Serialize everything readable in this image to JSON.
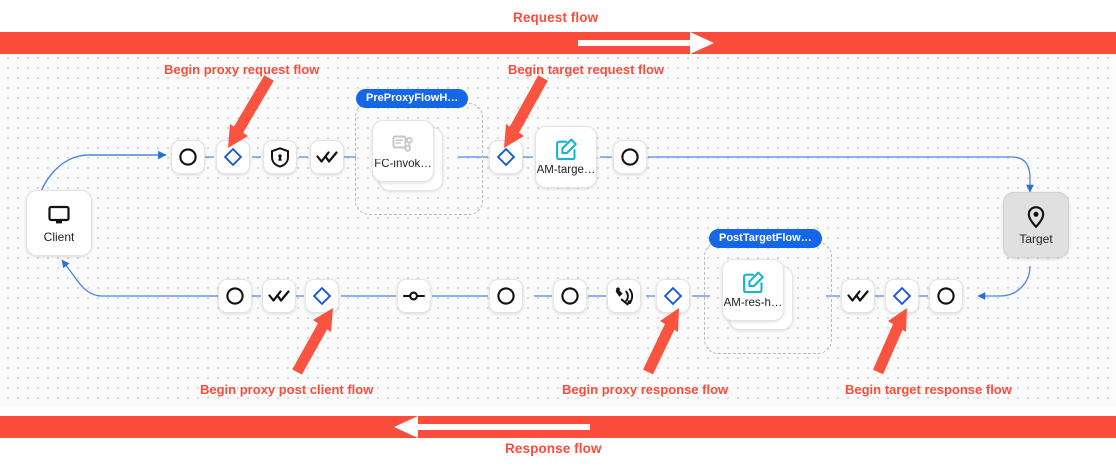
{
  "flow_bars": {
    "request_label": "Request flow",
    "response_label": "Response flow",
    "color": "#fc4c3b"
  },
  "annotations": [
    {
      "id": "begin-proxy-request-flow",
      "label": "Begin proxy request flow"
    },
    {
      "id": "begin-target-request-flow",
      "label": "Begin target request flow"
    },
    {
      "id": "begin-proxy-post-client-flow",
      "label": "Begin proxy post client flow"
    },
    {
      "id": "begin-proxy-response-flow",
      "label": "Begin proxy response flow"
    },
    {
      "id": "begin-target-response-flow",
      "label": "Begin target response flow"
    }
  ],
  "endpoints": {
    "client": {
      "label": "Client",
      "icon": "monitor-icon"
    },
    "target": {
      "label": "Target",
      "icon": "location-pin-icon"
    }
  },
  "request_row": {
    "policies": [
      {
        "icon": "circle-icon",
        "name": "policy-circle-1"
      },
      {
        "icon": "blue-diamond-icon",
        "name": "policy-diamond-1"
      },
      {
        "icon": "shield-lock-icon",
        "name": "policy-shield-1"
      },
      {
        "icon": "double-check-icon",
        "name": "policy-double-check-1"
      }
    ],
    "flow_hook": {
      "tag": "PreProxyFlowH…",
      "node_label": "FC-invok…",
      "node_icon": "script-flow-icon"
    },
    "after_hook": [
      {
        "icon": "blue-diamond-icon",
        "name": "policy-diamond-2"
      }
    ],
    "target_node": {
      "label": "AM-targe…",
      "icon": "edit-square-icon"
    },
    "tail": [
      {
        "icon": "circle-icon",
        "name": "policy-circle-2"
      }
    ]
  },
  "response_row": {
    "left_group": [
      {
        "icon": "circle-icon",
        "name": "policy-circle-3"
      },
      {
        "icon": "double-check-icon",
        "name": "policy-double-check-2"
      },
      {
        "icon": "blue-diamond-icon",
        "name": "policy-diamond-3"
      }
    ],
    "middle": [
      {
        "icon": "key-icon",
        "name": "policy-key-1"
      },
      {
        "icon": "circle-icon",
        "name": "policy-circle-4"
      },
      {
        "icon": "circle-icon",
        "name": "policy-circle-5"
      },
      {
        "icon": "broadcast-icon",
        "name": "policy-broadcast-1"
      },
      {
        "icon": "blue-diamond-icon",
        "name": "policy-diamond-4"
      }
    ],
    "flow_hook": {
      "tag": "PostTargetFlow…",
      "node_label": "AM-res-h…",
      "node_icon": "edit-square-icon"
    },
    "right_group": [
      {
        "icon": "double-check-icon",
        "name": "policy-double-check-3"
      },
      {
        "icon": "blue-diamond-icon",
        "name": "policy-diamond-5"
      },
      {
        "icon": "circle-icon",
        "name": "policy-circle-6"
      }
    ]
  },
  "colors": {
    "wire": "#4a86e8",
    "diamond": "#1a56db",
    "tag_bg": "#1567e8",
    "teal": "#17b6cf",
    "canvas": "#fbfbfb"
  }
}
